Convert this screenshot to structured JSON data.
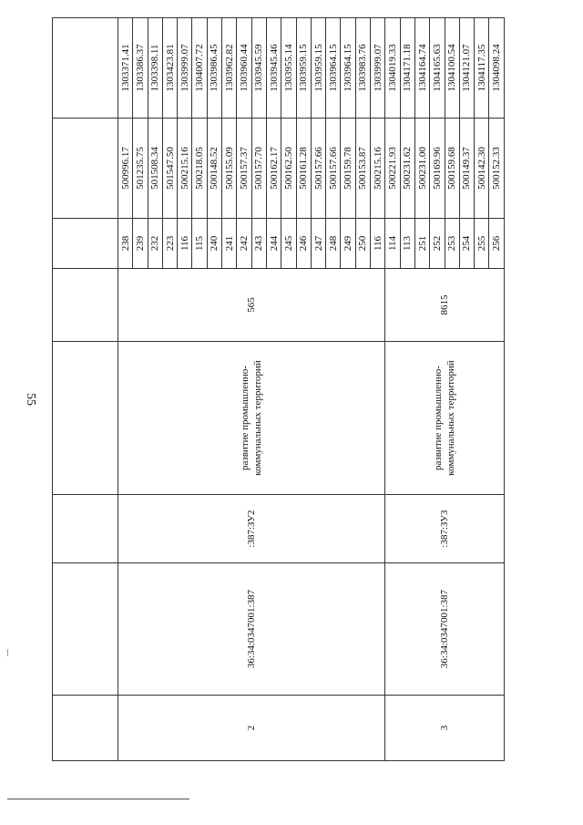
{
  "page_number": "55",
  "groups": [
    {
      "num": "2",
      "cadastral": "36:34:0347001:387",
      "plot": ":387:ЗУ2",
      "purpose": "развитие промышленно-коммунальных территорий",
      "area": "565",
      "rows": [
        [
          "238",
          "500996.17",
          "1303371.41"
        ],
        [
          "239",
          "501235.75",
          "1303386.37"
        ],
        [
          "232",
          "501508.34",
          "1303398.11"
        ],
        [
          "223",
          "501547.50",
          "1303423.81"
        ],
        [
          "116",
          "500215.16",
          "1303999.07"
        ],
        [
          "115",
          "500218.05",
          "1304007.72"
        ],
        [
          "240",
          "500148.52",
          "1303986.45"
        ],
        [
          "241",
          "500155.09",
          "1303962.82"
        ],
        [
          "242",
          "500157.37",
          "1303960.44"
        ],
        [
          "243",
          "500157.70",
          "1303945.59"
        ],
        [
          "244",
          "500162.17",
          "1303945.46"
        ],
        [
          "245",
          "500162.50",
          "1303955.14"
        ],
        [
          "246",
          "500161.28",
          "1303959.15"
        ],
        [
          "247",
          "500157.66",
          "1303959.15"
        ],
        [
          "248",
          "500157.66",
          "1303964.15"
        ],
        [
          "249",
          "500159.78",
          "1303964.15"
        ],
        [
          "250",
          "500153.87",
          "1303983.76"
        ],
        [
          "116",
          "500215.16",
          "1303999.07"
        ]
      ]
    },
    {
      "num": "3",
      "cadastral": "36:34:0347001:387",
      "plot": ":387:ЗУ3",
      "purpose": "развитие промышленно-коммунальных территорий",
      "area": "8615",
      "rows": [
        [
          "114",
          "500221.93",
          "1304019.33"
        ],
        [
          "113",
          "500231.62",
          "1304171.18"
        ],
        [
          "251",
          "500231.00",
          "1304164.74"
        ],
        [
          "252",
          "500169.96",
          "1304165.63"
        ],
        [
          "253",
          "500159.68",
          "1304100.54"
        ],
        [
          "254",
          "500149.37",
          "1304121.07"
        ],
        [
          "255",
          "500142.30",
          "1304117.35"
        ],
        [
          "256",
          "500152.33",
          "1304098.24"
        ]
      ]
    }
  ]
}
